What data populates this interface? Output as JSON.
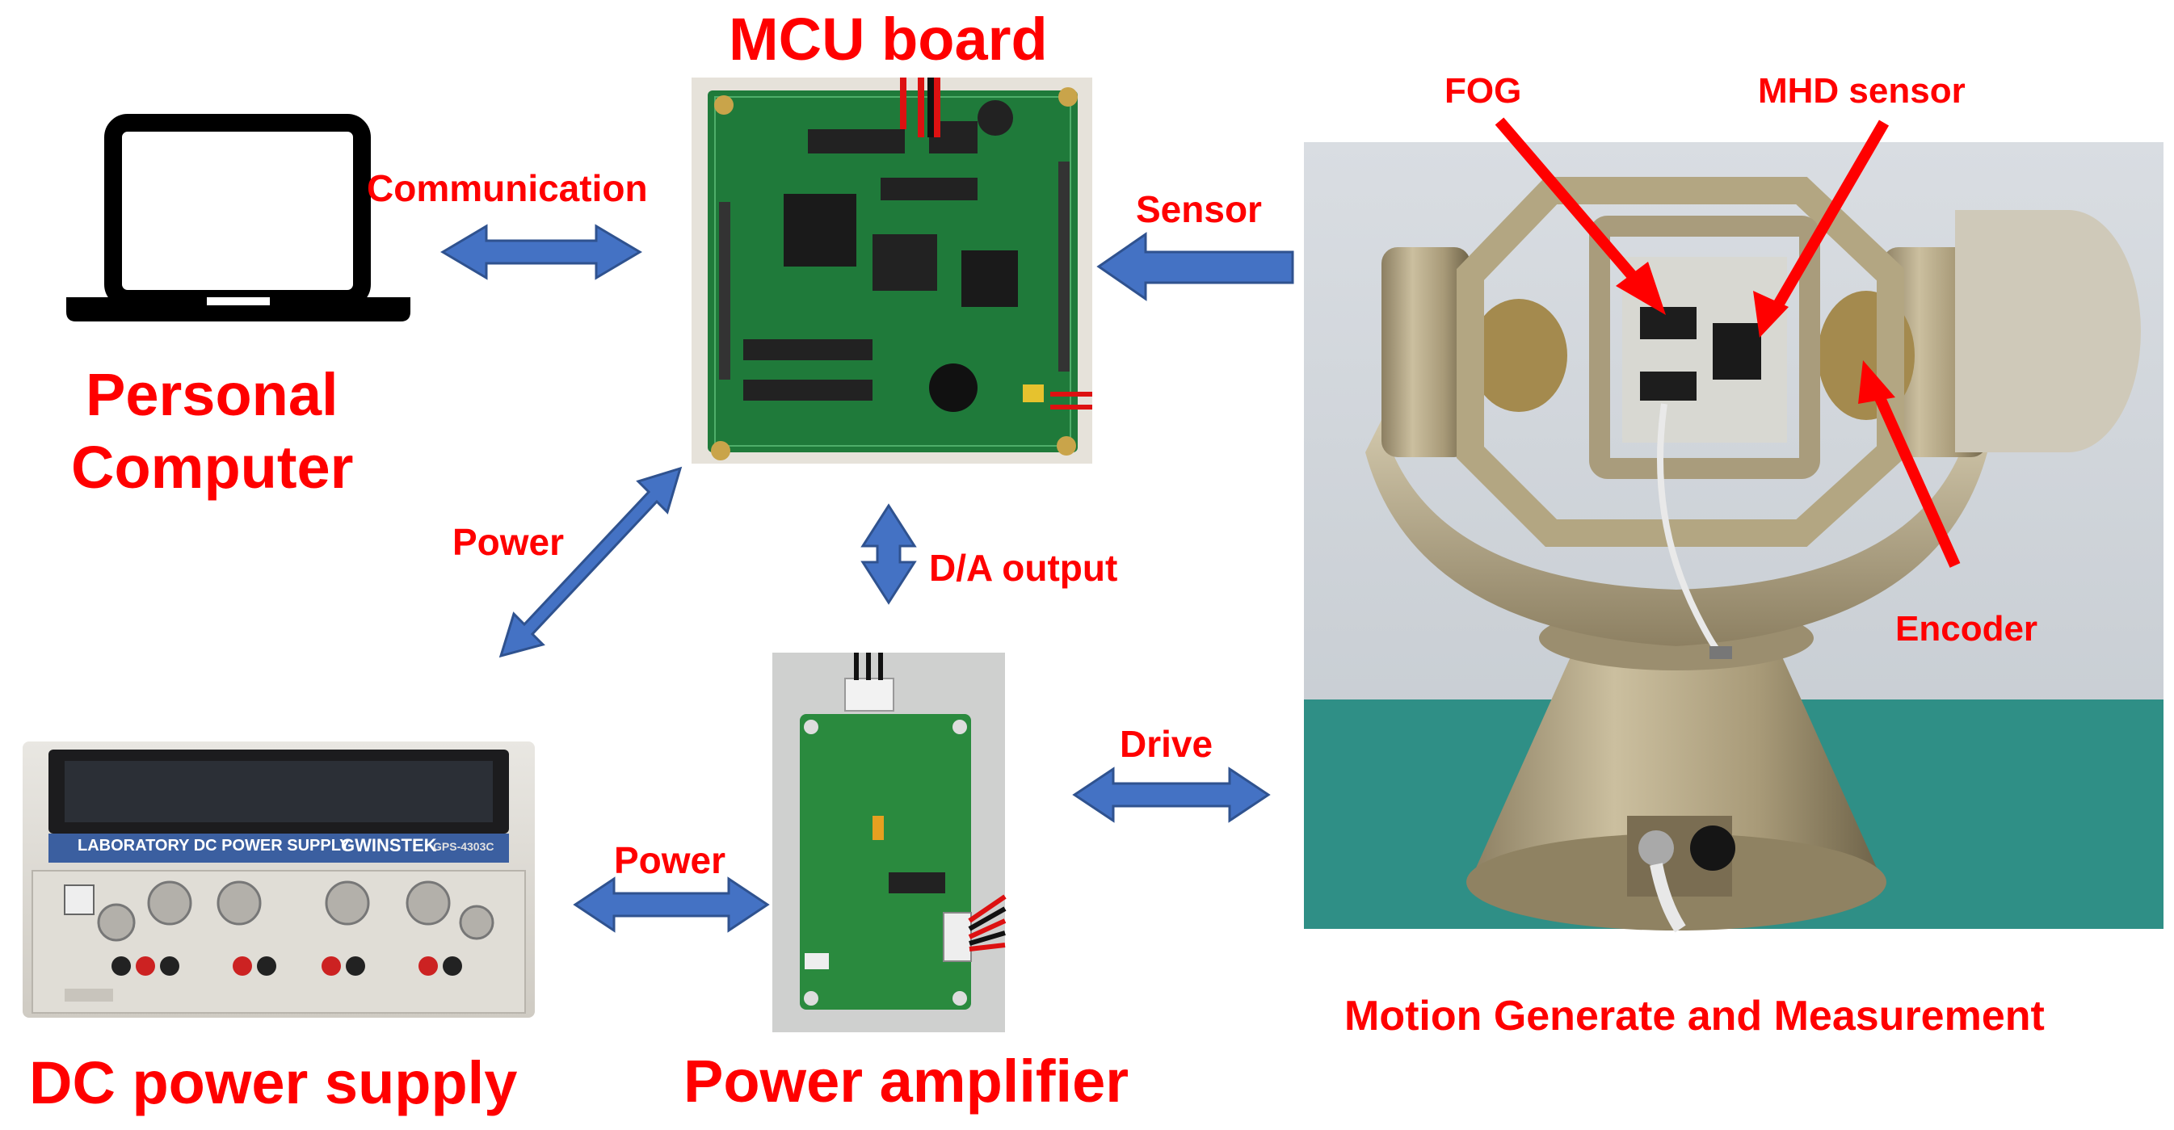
{
  "labels": {
    "mcu_title": "MCU board",
    "pc_title_line1": "Personal",
    "pc_title_line2": "Computer",
    "dc_title": "DC power supply",
    "amp_title": "Power amplifier",
    "motion_title": "Motion Generate and Measurement",
    "fog": "FOG",
    "mhd": "MHD sensor",
    "encoder": "Encoder"
  },
  "arrows": {
    "communication": "Communication",
    "sensor": "Sensor",
    "power_left": "Power",
    "da_output": "D/A output",
    "drive": "Drive",
    "power_bottom": "Power"
  },
  "psu_panel": {
    "brand": "GWINSTEK",
    "name": "LABORATORY DC POWER SUPPLY",
    "model": "GPS-4303C"
  },
  "colors": {
    "label_red": "#ff0000",
    "arrow_blue": "#4472c4",
    "arrow_outline": "#2f528f",
    "pcb_green": "#1f7a3a"
  }
}
